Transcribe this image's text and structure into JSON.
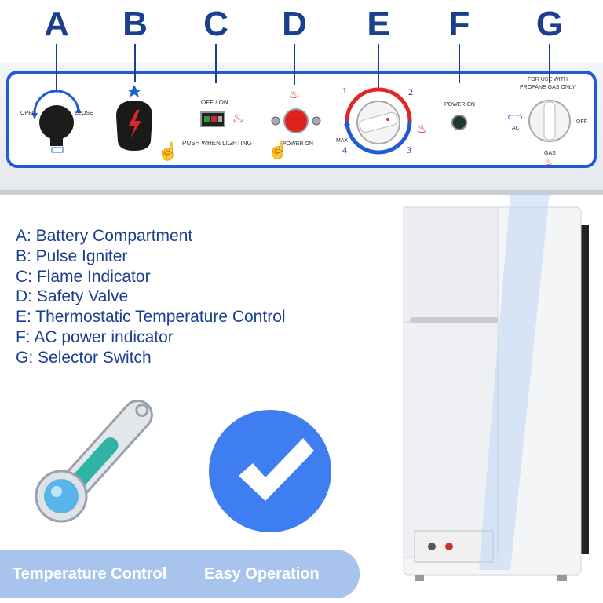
{
  "callouts": {
    "letters": [
      "A",
      "B",
      "C",
      "D",
      "E",
      "F",
      "G"
    ]
  },
  "panel": {
    "battery": {
      "open": "OPEN",
      "close": "CLOSE"
    },
    "flame": {
      "off_on": "OFF / ON",
      "push": "PUSH  WHEN  LIGHTING"
    },
    "safety_valve": {
      "label": "POWER ON"
    },
    "thermostat": {
      "n1": "1",
      "n2": "2",
      "n3": "3",
      "n4": "4",
      "max": "MAX"
    },
    "ac_indicator": {
      "label": "POWER ON"
    },
    "selector": {
      "note1": "FOR USE WITH",
      "note2": "PROPANE GAS ONLY",
      "ac": "AC",
      "off": "OFF",
      "gas": "GAS"
    }
  },
  "legend": [
    "A: Battery Compartment",
    "B: Pulse Igniter",
    "C: Flame Indicator",
    "D: Safety Valve",
    "E: Thermostatic Temperature Control",
    "F: AC power indicator",
    "G: Selector Switch"
  ],
  "features": {
    "temperature_control": "Temperature Control",
    "easy_operation": "Easy Operation"
  },
  "colors": {
    "brand_blue": "#1b3f8f",
    "panel_border": "#1f5bd4",
    "accent_red": "#d42020",
    "check_blue": "#3f7ef0",
    "thermo_teal": "#2fb3a4",
    "bar_blue": "#a9c4ec"
  },
  "icons": [
    "flame-icon",
    "hand-pointer-icon",
    "power-plug-icon",
    "checkmark-icon",
    "thermometer-icon",
    "lightning-icon"
  ]
}
